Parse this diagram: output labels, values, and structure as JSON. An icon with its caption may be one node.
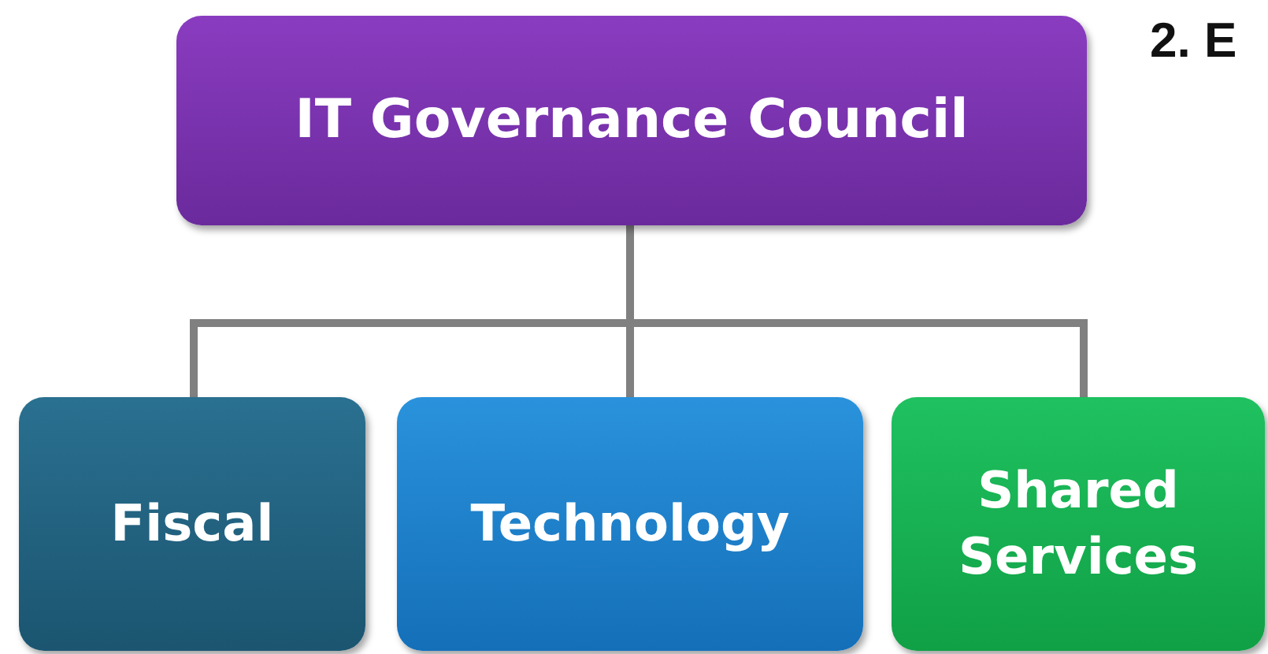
{
  "diagram": {
    "nodes": [
      {
        "text": [
          "IT Governance Council"
        ]
      },
      {
        "text": [
          "Fiscal"
        ]
      },
      {
        "text": [
          "Technology"
        ]
      },
      {
        "text": [
          "Shared Services"
        ]
      }
    ],
    "edges": [
      {
        "from": 0,
        "to": 1,
        "arrow": "none"
      },
      {
        "from": 0,
        "to": 2,
        "arrow": "none"
      },
      {
        "from": 0,
        "to": 3,
        "arrow": "none"
      }
    ],
    "labels": [
      "2. E"
    ]
  }
}
